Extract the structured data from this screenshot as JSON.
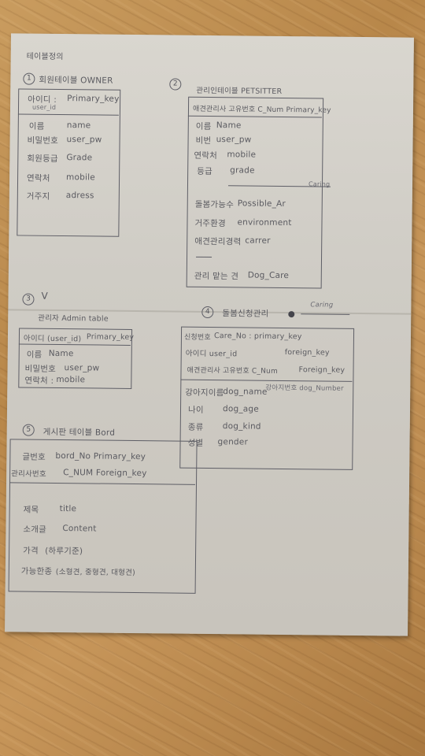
{
  "doc_title": "테이블정의",
  "tables": {
    "t1": {
      "num": "1",
      "title": "회원테이블 OWNER",
      "rows": [
        {
          "field": "아이디 :",
          "type": "Primary_key"
        },
        {
          "field": "user_id",
          "type": ""
        },
        {
          "field": "이름",
          "type": "name"
        },
        {
          "field": "비밀번호",
          "type": "user_pw"
        },
        {
          "field": "회원등급",
          "type": "Grade"
        },
        {
          "field": "연락처",
          "type": "mobile"
        },
        {
          "field": "거주지",
          "type": "adress"
        }
      ]
    },
    "t2": {
      "num": "2",
      "title": "관리인테이블 PETSITTER",
      "key_row": "애견관리사 고유번호 C_Num Primary_key",
      "rows": [
        {
          "field": "이름",
          "type": "Name"
        },
        {
          "field": "비번",
          "type": "user_pw"
        },
        {
          "field": "연락처",
          "type": "mobile"
        },
        {
          "field": "등급",
          "type": "grade"
        },
        {
          "field": "돌봄가능수",
          "type": "Possible_Ar"
        },
        {
          "field": "거주환경",
          "type": "environment"
        },
        {
          "field": "애견관리경력",
          "type": "carrer"
        },
        {
          "field": "관리 맡는 견",
          "type": "Dog_Care"
        }
      ],
      "strike_note": "Caring"
    },
    "t3": {
      "num": "3",
      "title": "관리자 Admin table",
      "rows": [
        {
          "field": "아이디 (user_id)",
          "type": "Primary_key"
        },
        {
          "field": "이름",
          "type": "Name"
        },
        {
          "field": "비밀번호",
          "type": "user_pw"
        },
        {
          "field": "연락처 :",
          "type": "mobile"
        }
      ]
    },
    "t4": {
      "num": "4",
      "title": "돌봄신청관리",
      "side_note": "Caring",
      "key_rows": [
        {
          "field": "신청번호",
          "type": "Care_No : primary_key"
        },
        {
          "field": "아이디 user_id",
          "type": "foreign_key"
        },
        {
          "field": "애견관리사 고유번호 C_Num",
          "type": "Foreign_key"
        }
      ],
      "rows": [
        {
          "field": "강아지이름",
          "type": "dog_name"
        },
        {
          "field": "나이",
          "type": "dog_age"
        },
        {
          "field": "종류",
          "type": "dog_kind"
        },
        {
          "field": "성별",
          "type": "gender"
        }
      ],
      "extra": "강아지번호 dog_Number"
    },
    "t5": {
      "num": "5",
      "title": "게시판 테이블 Bord",
      "key_rows": [
        {
          "field": "글번호",
          "type": "bord_No  Primary_key"
        },
        {
          "field": "관리사번호",
          "type": "C_NUM  Foreign_key"
        }
      ],
      "rows": [
        {
          "field": "제목",
          "type": "title"
        },
        {
          "field": "소개글",
          "type": "Content"
        },
        {
          "field": "가격",
          "type": "(하루기준)"
        },
        {
          "field": "가능한종",
          "type": "(소형견, 중형견, 대형견)"
        }
      ]
    }
  }
}
